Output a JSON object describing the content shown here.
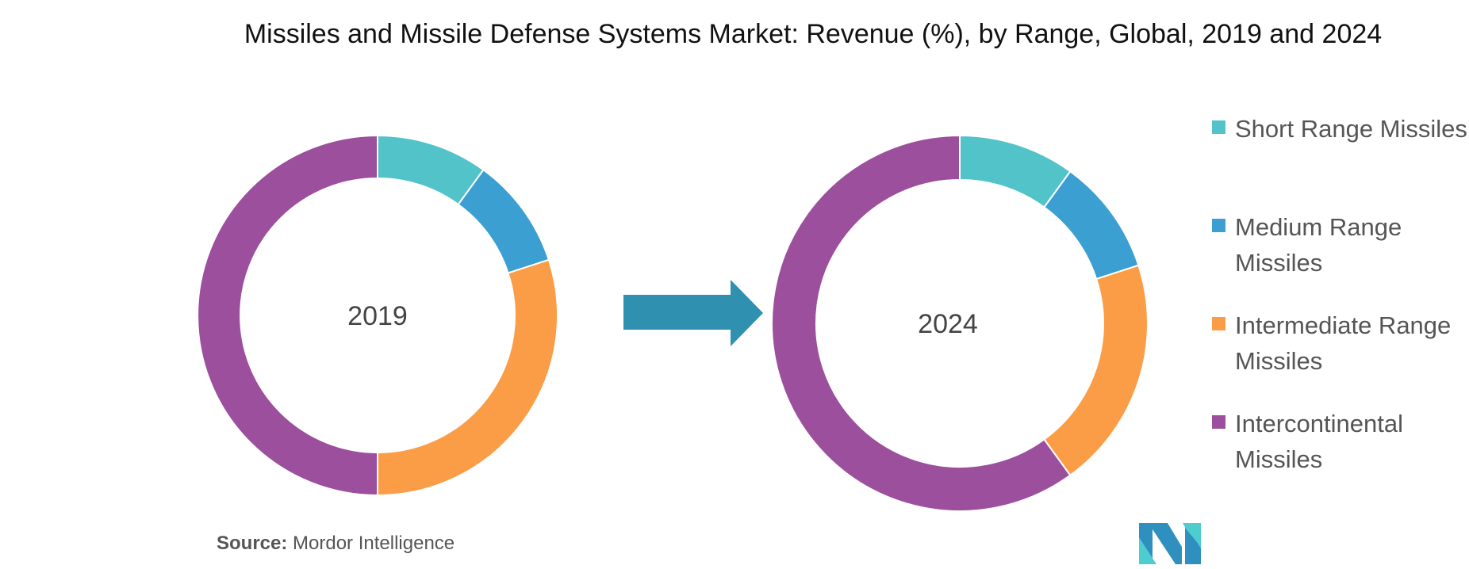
{
  "chart_data": [
    {
      "type": "pie",
      "variant": "donut",
      "center_label": "2019",
      "categories": [
        "Short Range Missiles",
        "Medium Range Missiles",
        "Intermediate Range Missiles",
        "Intercontinental Missiles"
      ],
      "values": [
        10,
        10,
        30,
        50
      ]
    },
    {
      "type": "pie",
      "variant": "donut",
      "center_label": "2024",
      "categories": [
        "Short Range Missiles",
        "Medium Range Missiles",
        "Intermediate Range Missiles",
        "Intercontinental Missiles"
      ],
      "values": [
        10,
        10,
        20,
        60
      ]
    }
  ],
  "title": "Missiles and Missile Defense Systems Market: Revenue (%), by Range, Global, 2019 and 2024",
  "legend": [
    {
      "label": "Short Range Missiles",
      "color": "#52c3c9"
    },
    {
      "label": "Medium Range Missiles",
      "color": "#3c9fd1"
    },
    {
      "label": "Intermediate Range Missiles",
      "color": "#fb9d46"
    },
    {
      "label": "Intercontinental Missiles",
      "color": "#9c4f9c"
    }
  ],
  "arrow_color": "#2f90b0",
  "source": {
    "label": "Source:",
    "text": "Mordor Intelligence"
  }
}
